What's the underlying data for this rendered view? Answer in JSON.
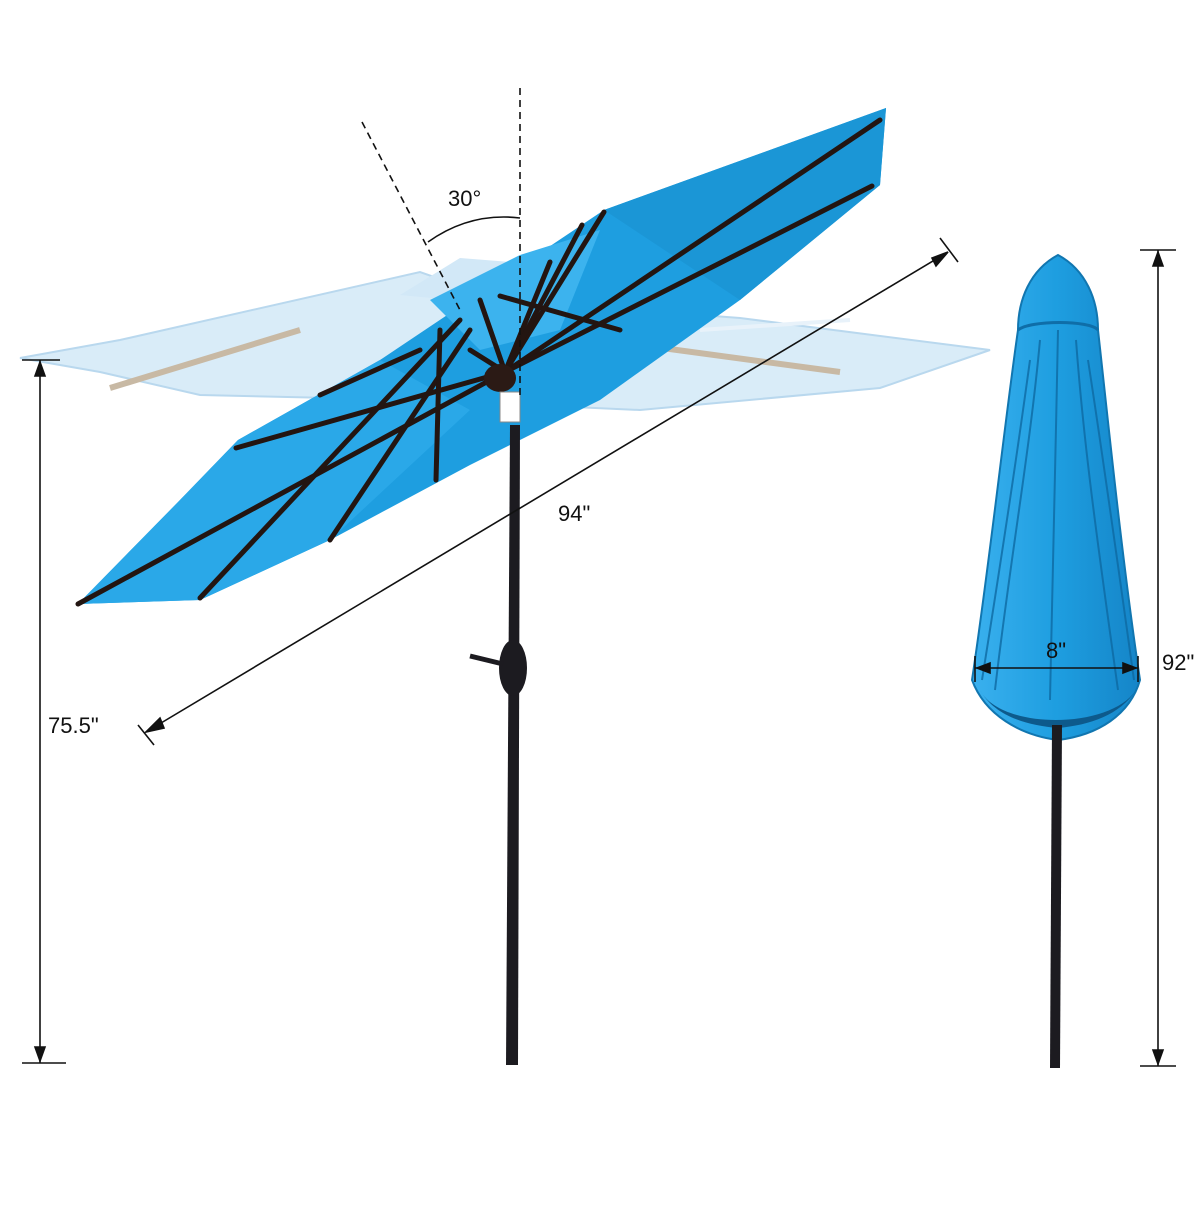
{
  "colors": {
    "canopy": "#1e9ee0",
    "canopy_dark": "#0f78b5",
    "canopy_ghost": "#cfe6f5",
    "ribs": "#2a1a14",
    "pole": "#1c1b20",
    "dimension_line": "#111111"
  },
  "dimensions": {
    "tilt_angle": "30°",
    "canopy_span": "94\"",
    "height_tilted": "75.5\"",
    "closed_width": "8\"",
    "closed_height": "92\""
  },
  "icons": {
    "open": "tilted-umbrella-illustration",
    "closed": "closed-umbrella-illustration"
  }
}
